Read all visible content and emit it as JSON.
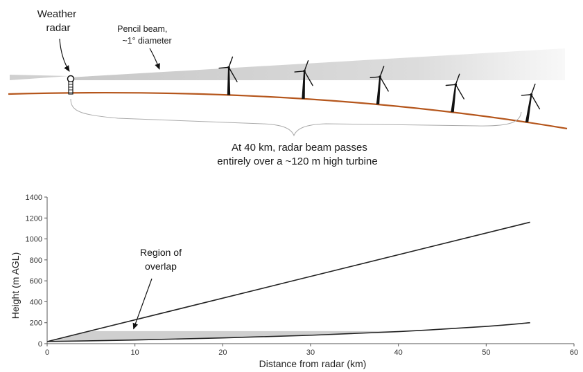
{
  "diagram": {
    "radar_label": [
      "Weather",
      "radar"
    ],
    "beam_label": [
      "Pencil beam,",
      "~1° diameter"
    ],
    "caption": [
      "At 40 km, radar beam passes",
      "entirely over a ~120 m high turbine"
    ],
    "turbine_count": 5,
    "colors": {
      "ground": "#b5561c",
      "beam": "#d4d4d4",
      "brace": "#aaaaaa",
      "ink": "#111111"
    }
  },
  "chart_data": {
    "type": "area",
    "title": "",
    "xlabel": "Distance from radar (km)",
    "ylabel": "Height (m AGL)",
    "xlim": [
      0,
      60
    ],
    "ylim": [
      0,
      1400
    ],
    "x_ticks": [
      0,
      10,
      20,
      30,
      40,
      50,
      60
    ],
    "y_ticks": [
      0,
      200,
      400,
      600,
      800,
      1000,
      1200,
      1400
    ],
    "grid": false,
    "series": [
      {
        "x": [
          0,
          55
        ],
        "y": [
          20,
          1160
        ]
      },
      {
        "x": [
          0,
          10,
          20,
          30,
          40,
          50,
          55
        ],
        "y": [
          20,
          35,
          55,
          80,
          115,
          165,
          200
        ]
      }
    ],
    "overlap_region": {
      "x": [
        0,
        55
      ],
      "height": 120
    },
    "annotation": {
      "text": [
        "Region of",
        "overlap"
      ],
      "points_to": [
        10,
        115
      ]
    }
  }
}
